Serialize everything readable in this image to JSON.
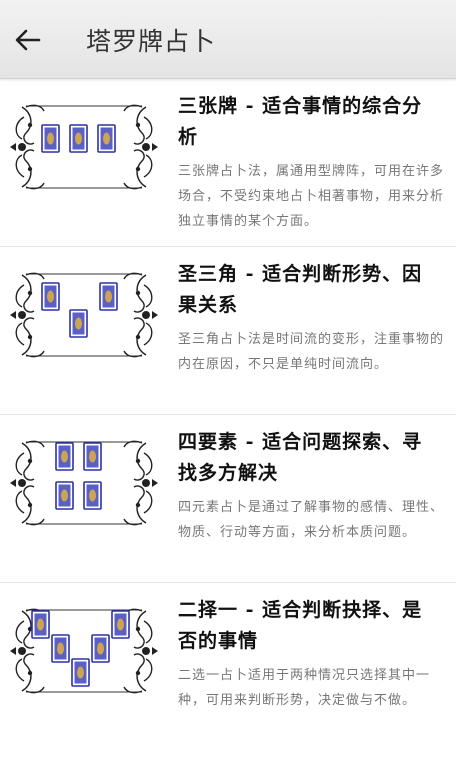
{
  "header": {
    "title": "塔罗牌占卜",
    "back_icon": "arrow-left-icon"
  },
  "spreads": [
    {
      "title": "三张牌 - 适合事情的综合分析",
      "description": "三张牌占卜法，属通用型牌阵，可用在许多场合，不受约束地占卜相著事物，用来分析独立事情的某个方面。"
    },
    {
      "title": "圣三角 - 适合判断形势、因果关系",
      "description": "圣三角占卜法是时间流的变形，注重事物的内在原因，不只是单纯时间流向。"
    },
    {
      "title": "四要素 - 适合问题探索、寻找多方解决",
      "description": "四元素占卜是通过了解事物的感情、理性、物质、行动等方面，来分析本质问题。"
    },
    {
      "title": "二择一 - 适合判断抉择、是否的事情",
      "description": "二选一占卜适用于两种情况只选择其中一种，可用来判断形势，决定做与不做。"
    }
  ],
  "colors": {
    "card_border": "#2c32a0",
    "card_fill": "#5a60c4",
    "card_center": "#e0b040",
    "ornament": "#222222"
  }
}
